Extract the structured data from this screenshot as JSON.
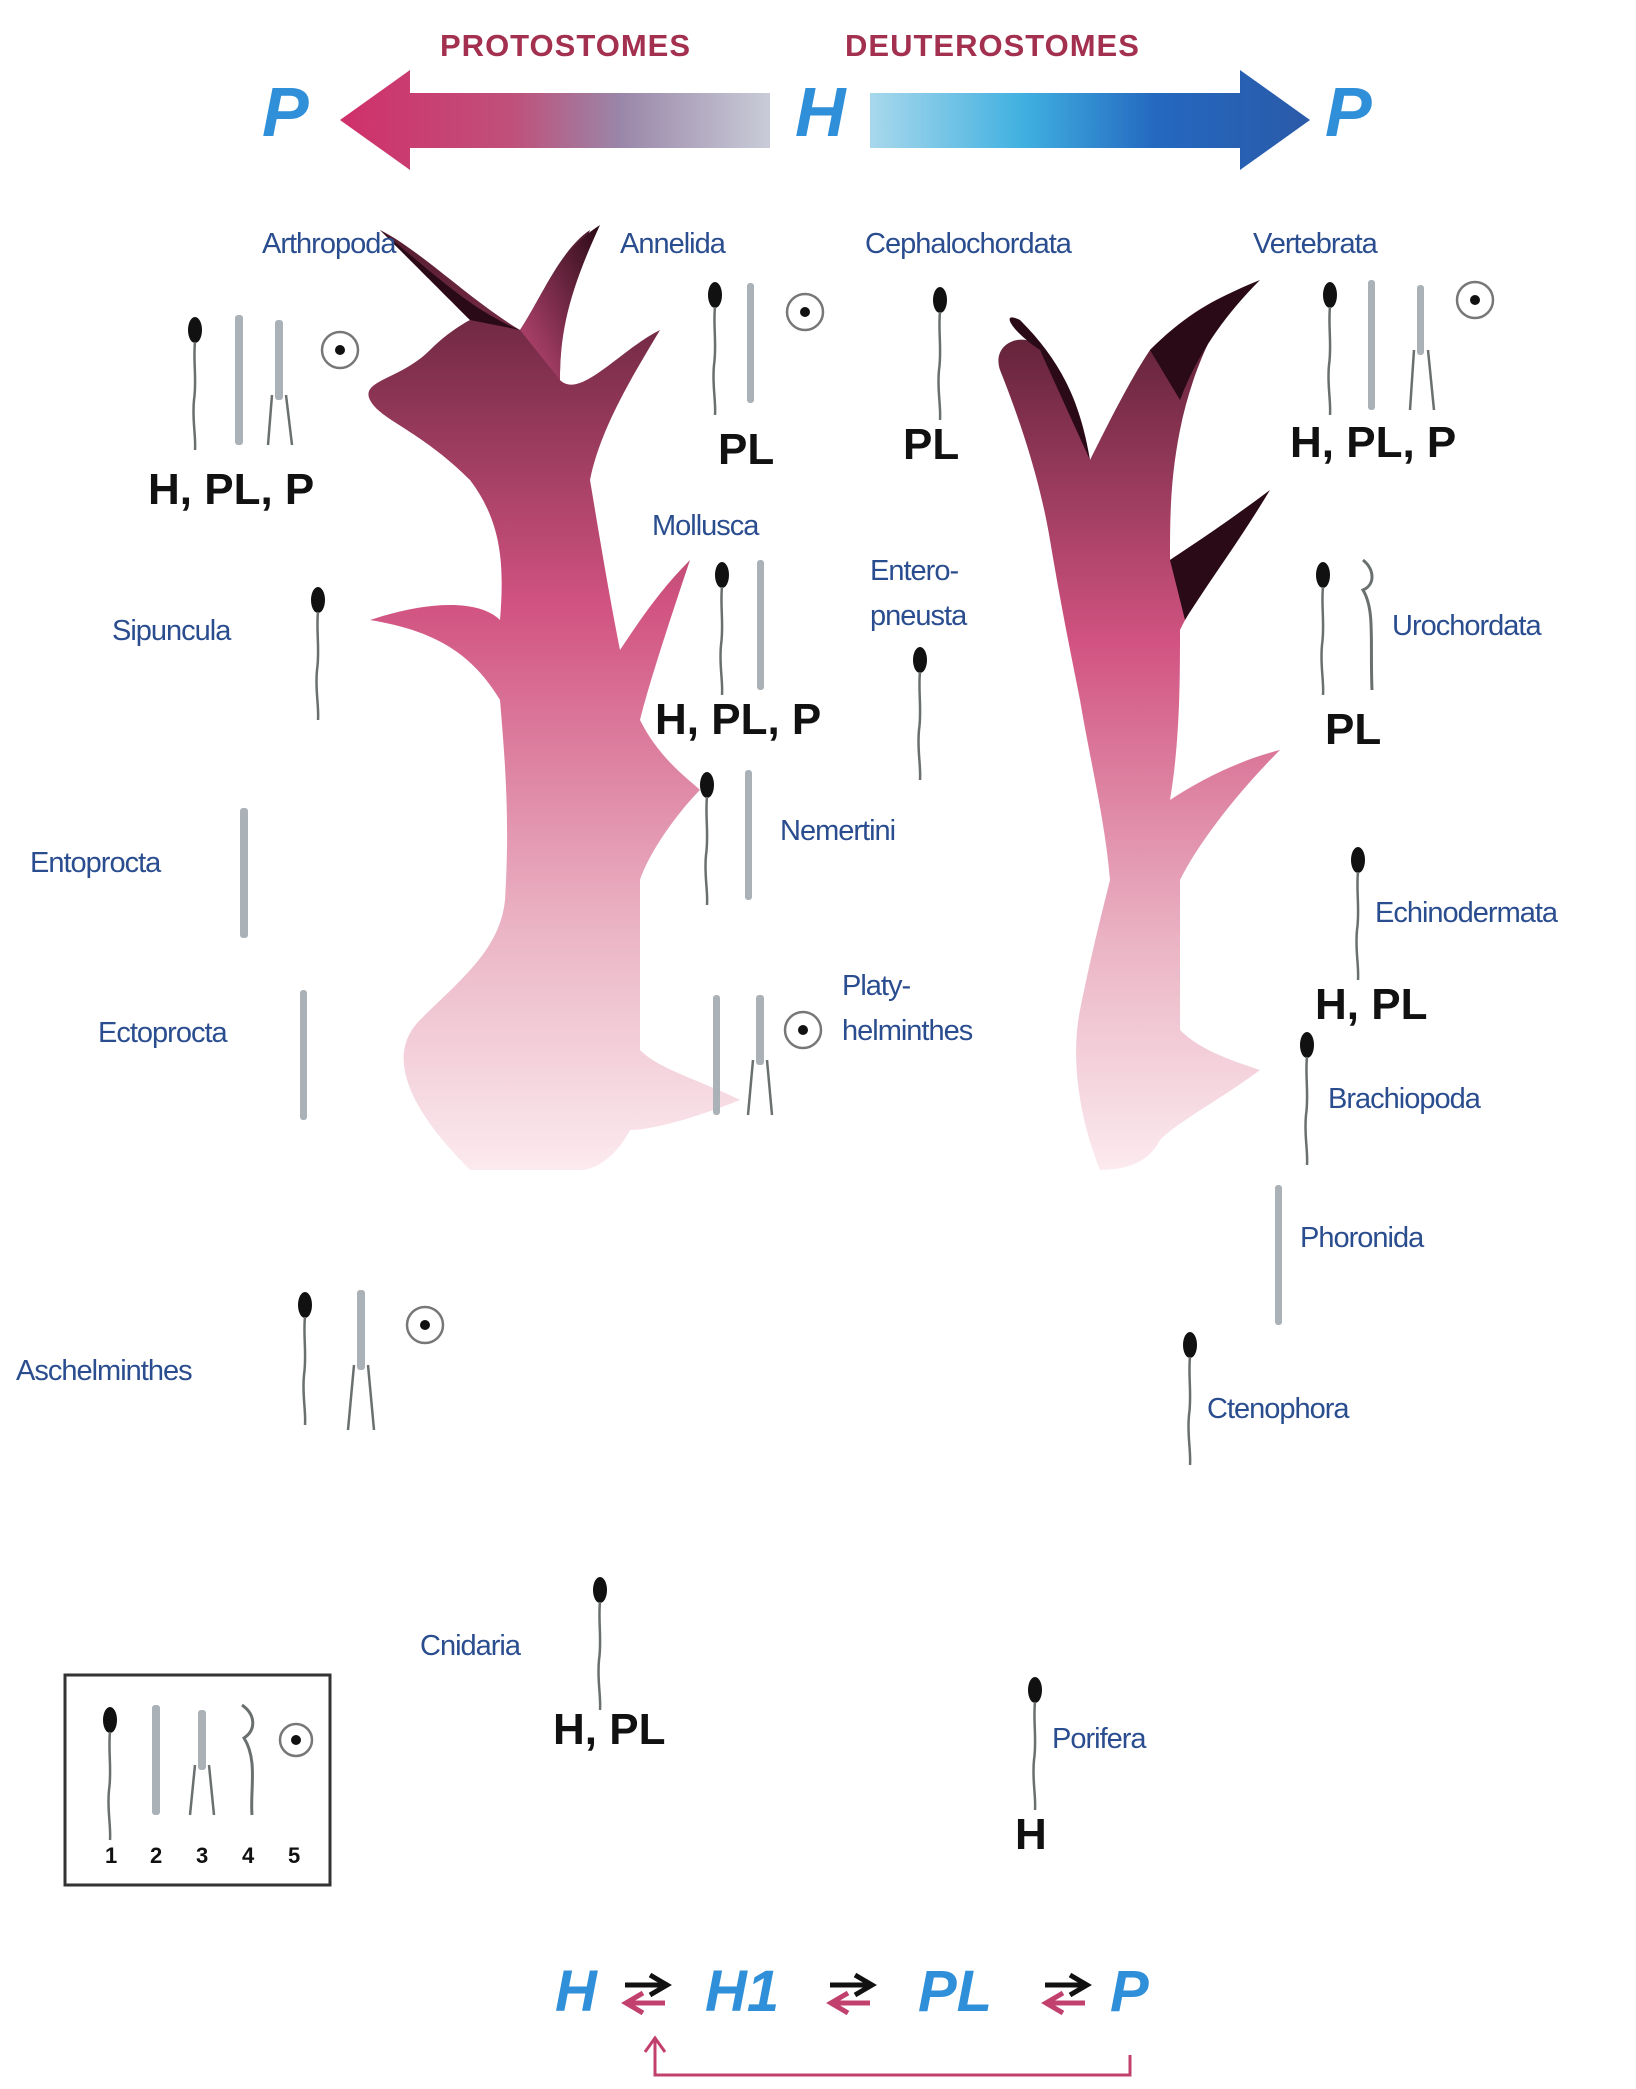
{
  "header": {
    "left_label": "PROTOSTOMES",
    "right_label": "DEUTEROSTOMES",
    "left_end": "P",
    "center": "H",
    "right_end": "P",
    "colors": {
      "protostome": "#c2406d",
      "deuterostome": "#2a62b8",
      "letters": "#2f8fd8"
    }
  },
  "taxa": {
    "arthropoda": "Arthropoda",
    "annelida": "Annelida",
    "cephalochordata": "Cephalochordata",
    "vertebrata": "Vertebrata",
    "mollusca": "Mollusca",
    "enteropneusta_1": "Entero-",
    "enteropneusta_2": "pneusta",
    "sipuncula": "Sipuncula",
    "urochordata": "Urochordata",
    "nemertini": "Nemertini",
    "entoprocta": "Entoprocta",
    "echinodermata": "Echinodermata",
    "platyhelminthes_1": "Platy-",
    "platyhelminthes_2": "helminthes",
    "ectoprocta": "Ectoprocta",
    "brachiopoda": "Brachiopoda",
    "phoronida": "Phoronida",
    "aschelminthes": "Aschelminthes",
    "ctenophora": "Ctenophora",
    "cnidaria": "Cnidaria",
    "porifera": "Porifera"
  },
  "codes": {
    "arthropoda": "H, PL, P",
    "annelida": "PL",
    "cephalochordata": "PL",
    "vertebrata": "H, PL, P",
    "mollusca": "H, PL, P",
    "urochordata": "PL",
    "echinodermata": "H, PL",
    "cnidaria": "H, PL",
    "porifera": "H"
  },
  "legend": {
    "numbers": [
      "1",
      "2",
      "3",
      "4",
      "5"
    ]
  },
  "bottom_sequence": {
    "s1": "H",
    "s2": "H1",
    "s3": "PL",
    "s4": "P"
  }
}
